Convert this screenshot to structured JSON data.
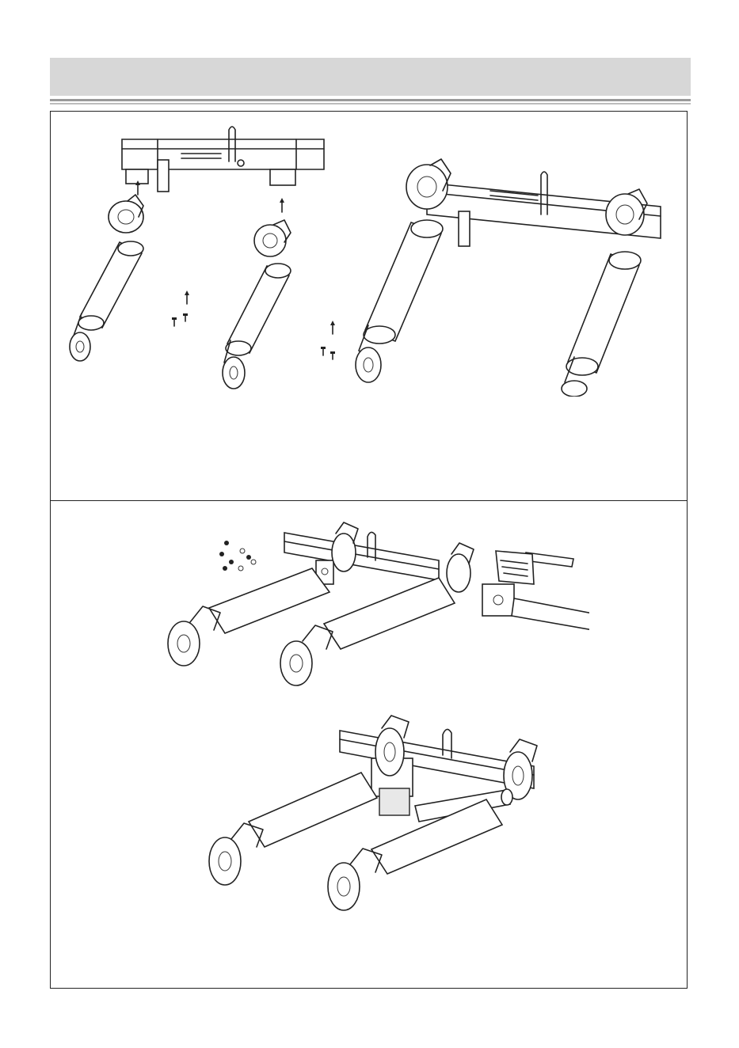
{
  "page": {
    "header_title": "",
    "step_1": {
      "left_figure": "exploded-view",
      "right_figure": "assembled-view"
    },
    "step_2": {
      "top_figure": "exploded-view-with-pump-handle",
      "bottom_figure": "assembled-view-with-pump-handle"
    }
  },
  "icons": {
    "arrow": "up-arrow-icon",
    "screw": "screw-icon",
    "wheel": "caster-wheel-icon"
  }
}
